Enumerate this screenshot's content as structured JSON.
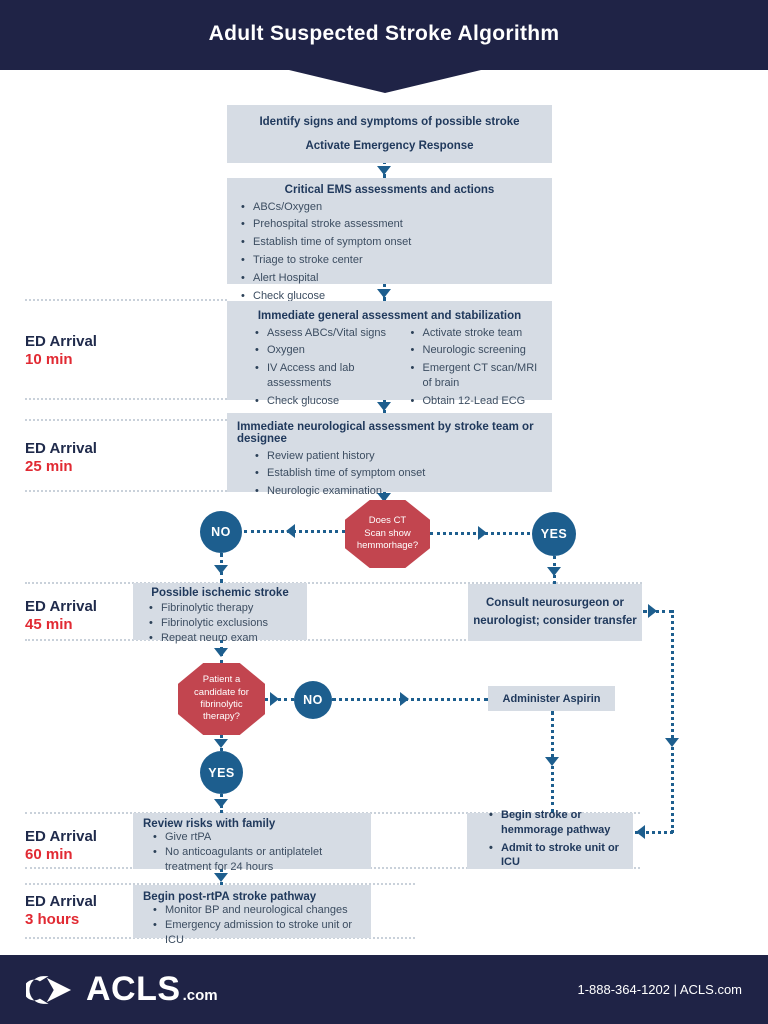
{
  "header": {
    "title": "Adult Suspected Stroke Algorithm"
  },
  "timeline": [
    {
      "label": "ED Arrival",
      "time": "10 min"
    },
    {
      "label": "ED Arrival",
      "time": "25 min"
    },
    {
      "label": "ED Arrival",
      "time": "45 min"
    },
    {
      "label": "ED Arrival",
      "time": "60 min"
    },
    {
      "label": "ED Arrival",
      "time": "3 hours"
    }
  ],
  "flow": {
    "identify": {
      "line1": "Identify signs and symptoms of possible stroke",
      "line2": "Activate Emergency Response"
    },
    "ems": {
      "title": "Critical EMS assessments and actions",
      "items": [
        "ABCs/Oxygen",
        "Prehospital stroke assessment",
        "Establish time of symptom onset",
        "Triage to stroke center",
        "Alert Hospital",
        "Check glucose"
      ]
    },
    "general": {
      "title": "Immediate general assessment and stabilization",
      "left_items": [
        "Assess ABCs/Vital signs",
        "Oxygen",
        "IV Access and lab assessments",
        "Check glucose"
      ],
      "right_items": [
        "Activate stroke team",
        "Neurologic screening",
        "Emergent CT scan/MRI of brain",
        "Obtain 12-Lead ECG"
      ]
    },
    "neuro": {
      "title": "Immediate neurological assessment by stroke team or designee",
      "items": [
        "Review patient history",
        "Establish time of symptom onset",
        "Neurologic examination"
      ]
    },
    "ct_decision": {
      "line1": "Does CT",
      "line2": "Scan show",
      "line3": "hemmorhage?",
      "no": "NO",
      "yes": "YES"
    },
    "ischemic": {
      "title": "Possible ischemic stroke",
      "items": [
        "Fibrinolytic therapy",
        "Fibrinolytic exclusions",
        "Repeat neuro exam"
      ]
    },
    "consult": {
      "line1": "Consult neurosurgeon or",
      "line2": "neurologist; consider transfer"
    },
    "fibrinolytic_decision": {
      "line1": "Patient a",
      "line2": "candidate for",
      "line3": "fibrinolytic",
      "line4": "therapy?",
      "no": "NO",
      "yes": "YES"
    },
    "aspirin": {
      "label": "Administer Aspirin"
    },
    "review": {
      "title": "Review risks with family",
      "items": [
        "Give rtPA",
        "No anticoagulants or antiplatelet treatment for 24 hours"
      ]
    },
    "stroke_pathway": {
      "items": [
        "Begin stroke or hemmorage pathway",
        "Admit to stroke unit or ICU"
      ]
    },
    "post_rtpa": {
      "title": "Begin post-rtPA stroke pathway",
      "items": [
        "Monitor BP and neurological changes",
        "Emergency admission to stroke unit or ICU"
      ]
    }
  },
  "footer": {
    "brand": "ACLS",
    "brand_suffix": ".com",
    "contact": "1-888-364-1202 | ACLS.com"
  },
  "colors": {
    "navy": "#1f2346",
    "box_fill": "#d6dce4",
    "blue": "#1d5e8e",
    "red_shape": "#c2454f",
    "red_text": "#e12a33"
  }
}
